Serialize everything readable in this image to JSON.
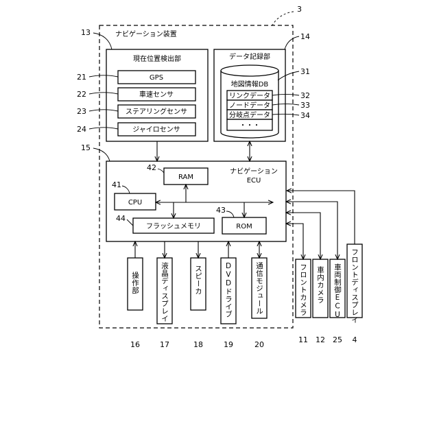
{
  "refs": {
    "system": "3",
    "nav_device": "13",
    "data_storage": "14",
    "nav_ecu": "15",
    "gps": "21",
    "speed": "22",
    "steering": "23",
    "gyro": "24",
    "map_db": "31",
    "link": "32",
    "node": "33",
    "branch": "34",
    "ram": "42",
    "cpu": "41",
    "rom": "43",
    "flash": "44",
    "operation": "16",
    "lcd": "17",
    "speaker": "18",
    "dvd": "19",
    "comm": "20",
    "front_camera": "11",
    "interior_camera": "12",
    "vehicle_ecu": "25",
    "front_display": "4"
  },
  "labels": {
    "nav_device": "ナビゲーション装置",
    "position_detector": "現在位置検出部",
    "gps": "GPS",
    "speed_sensor": "車速センサ",
    "steering_sensor": "ステアリングセンサ",
    "gyro_sensor": "ジャイロセンサ",
    "data_storage": "データ記録部",
    "map_db": "地図情報DB",
    "link_data": "リンクデータ",
    "node_data": "ノードデータ",
    "branch_data": "分岐点データ",
    "ellipsis": "・・・",
    "ram": "RAM",
    "nav_ecu_line1": "ナビゲーション",
    "nav_ecu_line2": "ECU",
    "cpu": "CPU",
    "rom": "ROM",
    "flash": "フラッシュメモリ",
    "operation": "操作部",
    "lcd": "液晶ディスプレイ",
    "speaker": "スピーカ",
    "dvd": "DVDドライブ",
    "comm": "通信モジュール",
    "front_camera": "フロントカメラ",
    "interior_camera": "車内カメラ",
    "vehicle_ecu": "車両制御ECU",
    "front_display": "フロントディスプレイ"
  }
}
